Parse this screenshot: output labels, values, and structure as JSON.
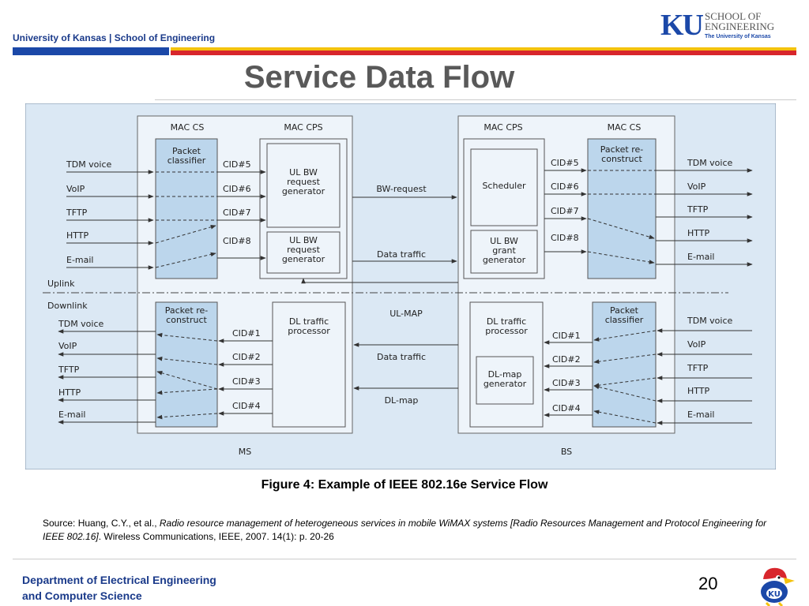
{
  "header": {
    "institution": "University of Kansas | School of Engineering",
    "logo_letters": "KU",
    "logo_line1": "SCHOOL OF",
    "logo_line2": "ENGINEERING",
    "logo_sub": "The University of Kansas"
  },
  "title": "Service Data Flow",
  "diagram": {
    "ms_label": "MS",
    "bs_label": "BS",
    "ms_mac_cs": "MAC CS",
    "ms_mac_cps": "MAC CPS",
    "bs_mac_cps": "MAC CPS",
    "bs_mac_cs": "MAC CS",
    "uplink": "Uplink",
    "downlink": "Downlink",
    "ms_packet_classifier": [
      "Packet",
      "classifier"
    ],
    "ms_ul_bw_req_1": [
      "UL BW",
      "request",
      "generator"
    ],
    "ms_ul_bw_req_2": [
      "UL BW",
      "request",
      "generator"
    ],
    "ms_packet_reconstruct": [
      "Packet re-",
      "construct"
    ],
    "ms_dl_traffic": [
      "DL traffic",
      "processor"
    ],
    "bs_scheduler": "Scheduler",
    "bs_ul_bw_grant": [
      "UL BW",
      "grant",
      "generator"
    ],
    "bs_packet_reconstruct": [
      "Packet re-",
      "construct"
    ],
    "bs_dl_traffic": [
      "DL traffic",
      "processor"
    ],
    "bs_dl_map_gen": [
      "DL-map",
      "generator"
    ],
    "bs_packet_classifier": [
      "Packet",
      "classifier"
    ],
    "services": [
      "TDM voice",
      "VoIP",
      "TFTP",
      "HTTP",
      "E-mail"
    ],
    "ul_cids": [
      "CID#5",
      "CID#6",
      "CID#7",
      "CID#8"
    ],
    "dl_cids": [
      "CID#1",
      "CID#2",
      "CID#3",
      "CID#4"
    ],
    "msg_bw_request": "BW-request",
    "msg_data_traffic_ul": "Data traffic",
    "msg_ul_map": "UL-MAP",
    "msg_data_traffic_dl": "Data traffic",
    "msg_dl_map": "DL-map"
  },
  "caption": "Figure 4: Example of IEEE 802.16e Service Flow",
  "source": {
    "prefix": "Source:  Huang, C.Y., et al., ",
    "italic": "Radio resource management of heterogeneous services in mobile WiMAX systems [Radio Resources Management and Protocol Engineering for IEEE 802.16]",
    "suffix": ". Wireless Communications, IEEE, 2007. 14(1): p. 20-26"
  },
  "footer": {
    "dept_line1": "Department of Electrical Engineering",
    "dept_line2": "and Computer Science",
    "page": "20"
  }
}
